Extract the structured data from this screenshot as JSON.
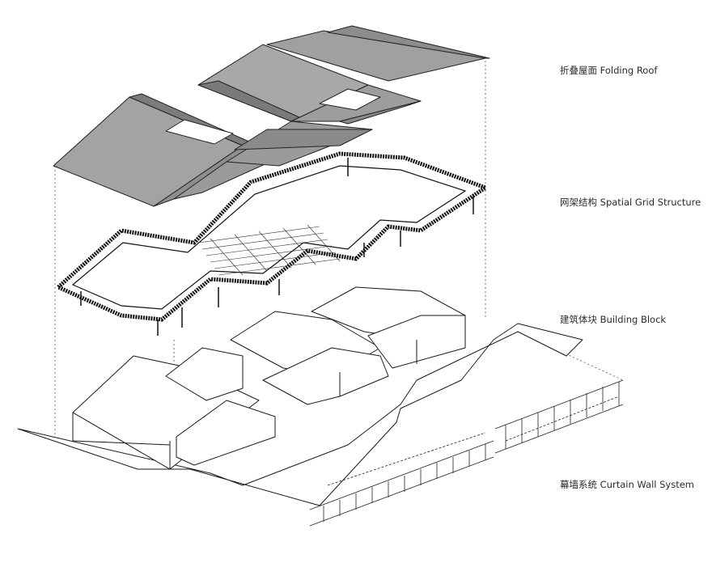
{
  "layers": [
    {
      "key": "roof",
      "label": "折叠屋面 Folding Roof"
    },
    {
      "key": "grid",
      "label": "网架结构 Spatial Grid Structure"
    },
    {
      "key": "block",
      "label": "建筑体块 Building Block"
    },
    {
      "key": "wall",
      "label": "幕墙系统 Curtain Wall System"
    }
  ],
  "colors": {
    "roof_fill": "#9c9c9c",
    "roof_edge": "#222222",
    "block_fill": "#ffffff",
    "line": "#1a1a1a",
    "guide": "#555555"
  }
}
